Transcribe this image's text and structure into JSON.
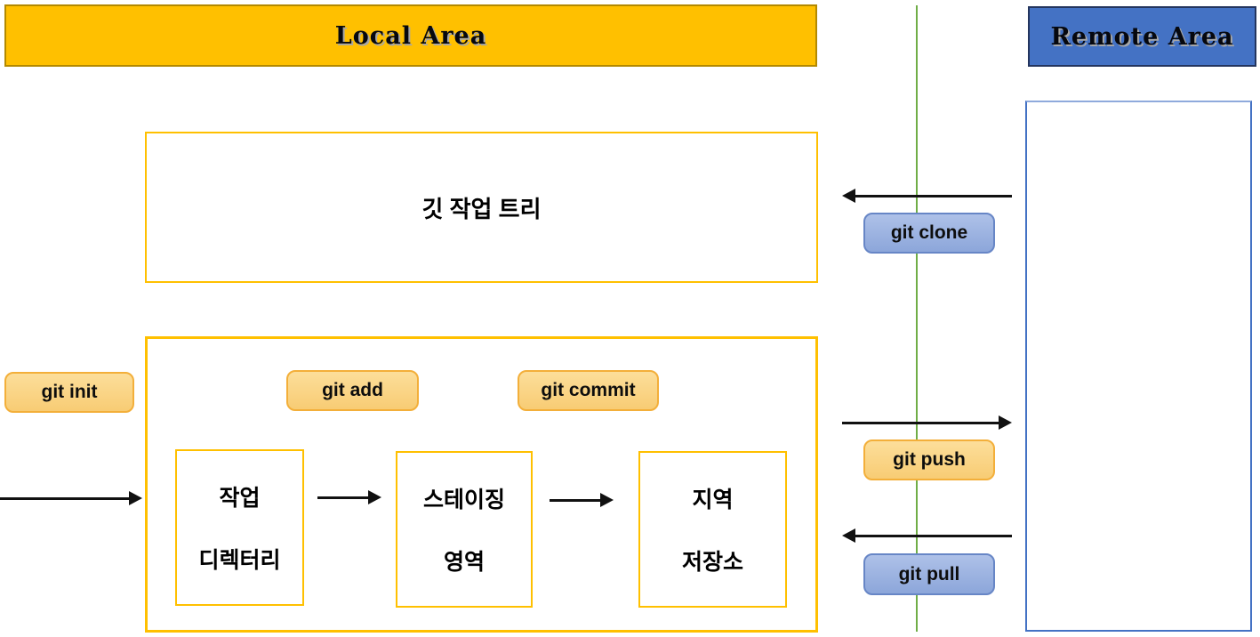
{
  "headers": {
    "local": "Local Area",
    "remote": "Remote Area"
  },
  "local_area": {
    "work_tree_label": "깃 작업 트리",
    "flow_boxes": [
      {
        "name": "working-directory",
        "line1": "작업",
        "line2": "디렉터리"
      },
      {
        "name": "staging-area",
        "line1": "스테이징",
        "line2": "영역"
      },
      {
        "name": "local-repository",
        "line1": "지역",
        "line2": "저장소"
      }
    ],
    "badges": {
      "init": "git init",
      "add": "git add",
      "commit": "git commit"
    }
  },
  "sync_badges": {
    "clone": "git clone",
    "push": "git push",
    "pull": "git pull"
  },
  "colors": {
    "local_header_bg": "#FFC000",
    "local_header_border": "#B38900",
    "remote_header_bg": "#4472C4",
    "remote_header_border": "#24355E",
    "gold_box_border": "#FFC000",
    "remote_box_border": "#4472C4",
    "divider_green": "#70AD47",
    "badge_yellow_fill": "#F9D184",
    "badge_yellow_border": "#F3AF3A",
    "badge_blue_fill": "#8FAADC",
    "badge_blue_border": "#6786C6",
    "arrow_color": "#111111"
  }
}
